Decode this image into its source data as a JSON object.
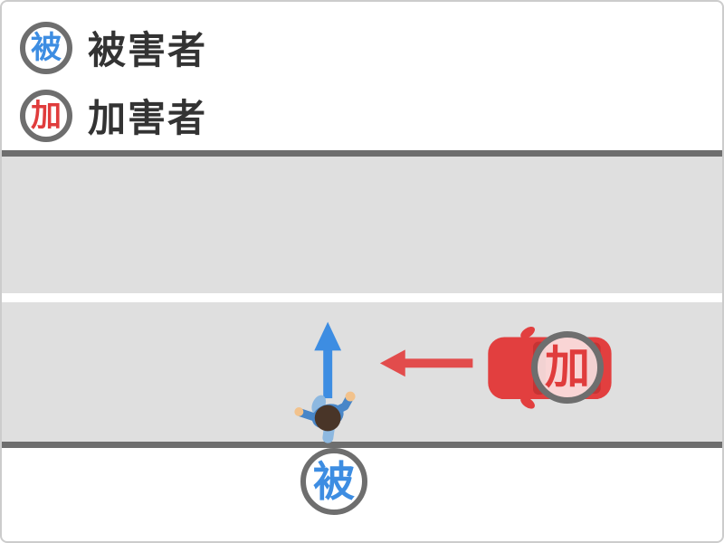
{
  "legend": {
    "items": [
      {
        "badge": "被",
        "label": "被害者"
      },
      {
        "badge": "加",
        "label": "加害者"
      }
    ]
  },
  "scene": {
    "attacker_badge": "加",
    "victim_badge": "被"
  },
  "icons": {
    "pedestrian": "pedestrian-top-view",
    "car": "car-top-view",
    "victim_arrow": "arrow-up",
    "attacker_arrow": "arrow-left"
  },
  "colors": {
    "victim_blue": "#3d8de2",
    "attacker_red": "#e03c3c",
    "arrow_red": "#e24c4c",
    "car_red": "#e23f3f",
    "road_gray": "#dfdfdf",
    "road_edge_gray": "#6e6e6e",
    "legend_text": "#333333",
    "border_gray": "#cccccc"
  }
}
